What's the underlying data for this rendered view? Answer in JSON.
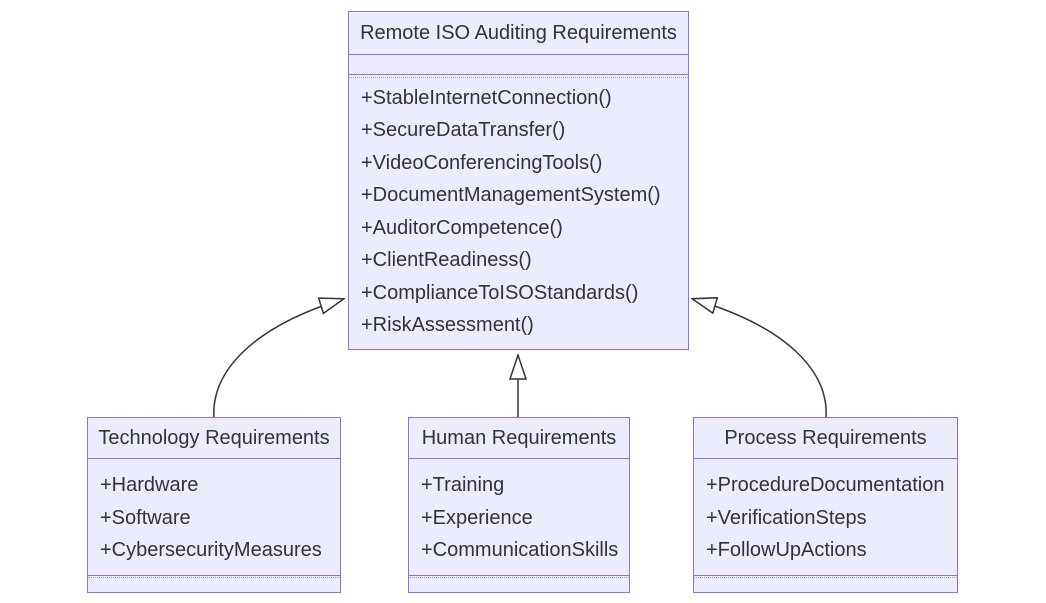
{
  "diagram": {
    "type": "uml-class-diagram",
    "background_color": "#ffffff",
    "node_fill_color": "#ECECFF",
    "node_border_color": "#9370DB",
    "text_color": "#333333",
    "arrow_color": "#333333",
    "relationships": [
      {
        "from": "Technology Requirements",
        "to": "Remote ISO Auditing Requirements",
        "type": "inheritance"
      },
      {
        "from": "Human Requirements",
        "to": "Remote ISO Auditing Requirements",
        "type": "inheritance"
      },
      {
        "from": "Process Requirements",
        "to": "Remote ISO Auditing Requirements",
        "type": "inheritance"
      }
    ]
  },
  "classes": [
    {
      "title": "Remote ISO Auditing Requirements",
      "attributes": [],
      "methods": [
        "+StableInternetConnection()",
        "+SecureDataTransfer()",
        "+VideoConferencingTools()",
        "+DocumentManagementSystem()",
        "+AuditorCompetence()",
        "+ClientReadiness()",
        "+ComplianceToISOStandards()",
        "+RiskAssessment()"
      ]
    },
    {
      "title": "Technology Requirements",
      "attributes": [
        "+Hardware",
        "+Software",
        "+CybersecurityMeasures"
      ],
      "methods": []
    },
    {
      "title": "Human Requirements",
      "attributes": [
        "+Training",
        "+Experience",
        "+CommunicationSkills"
      ],
      "methods": []
    },
    {
      "title": "Process Requirements",
      "attributes": [
        "+ProcedureDocumentation",
        "+VerificationSteps",
        "+FollowUpActions"
      ],
      "methods": []
    }
  ]
}
